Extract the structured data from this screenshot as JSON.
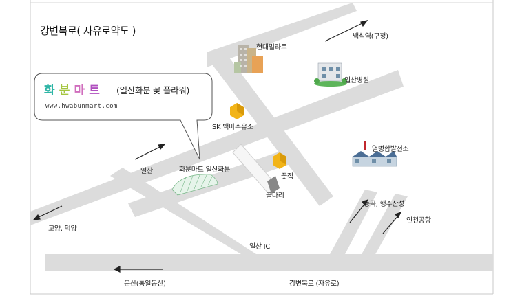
{
  "map": {
    "title": "강변북로( 자유로약도 )",
    "store": {
      "logo_chars": [
        "화",
        "분",
        "마",
        "트"
      ],
      "name": "(일산화분 꽃 플라워)",
      "url": "www.hwabunmart.com"
    },
    "labels": {
      "baekseok": "백석역(구청)",
      "hyundai": "현대밀라트",
      "ilsan_hospital": "일산병원",
      "sk_station": "SK 백마주유소",
      "yeolbyeong": "열병합발전소",
      "ilsan": "일산",
      "hwabunmart_here": "화분마트 일산화분",
      "kkotjip": "꽃집",
      "goldari": "골다리",
      "neunggok": "능곡, 행주산성",
      "incheon_airport": "인천공항",
      "goyang": "고양, 덕양",
      "ilsan_ic": "일산 IC",
      "munsan": "문산(통일동산)",
      "gangbyeon": "강변북로 (자유로)"
    },
    "colors": {
      "road": "#dcdcdc",
      "border": "#c8c8c8",
      "marker": "#f2b418",
      "logo": [
        "#2fb5a6",
        "#a4c640",
        "#d06dbd",
        "#b04fbf"
      ]
    }
  }
}
